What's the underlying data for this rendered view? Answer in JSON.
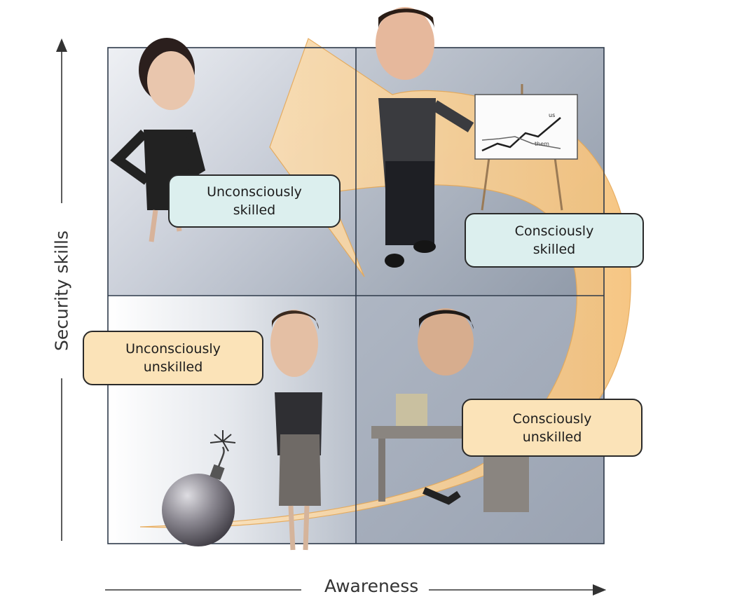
{
  "axes": {
    "x_label": "Awareness",
    "y_label": "Security skills"
  },
  "quadrants": [
    {
      "id": "unconsciously-skilled",
      "lines": [
        "Unconsciously",
        "skilled"
      ],
      "color": "#dcefee"
    },
    {
      "id": "consciously-skilled",
      "lines": [
        "Consciously",
        "skilled"
      ],
      "color": "#dcefee"
    },
    {
      "id": "unconsciously-unskilled",
      "lines": [
        "Unconsciously",
        "unskilled"
      ],
      "color": "#fbe3b8"
    },
    {
      "id": "consciously-unskilled",
      "lines": [
        "Consciously",
        "unskilled"
      ],
      "color": "#fbe3b8"
    }
  ],
  "flip_chart": {
    "series_labels": [
      "us",
      "them"
    ]
  },
  "colors": {
    "grid_line": "#2e3a4a",
    "cycle_arrow": "#f6c27a",
    "quadrant_fill": "#b8c0cc"
  }
}
